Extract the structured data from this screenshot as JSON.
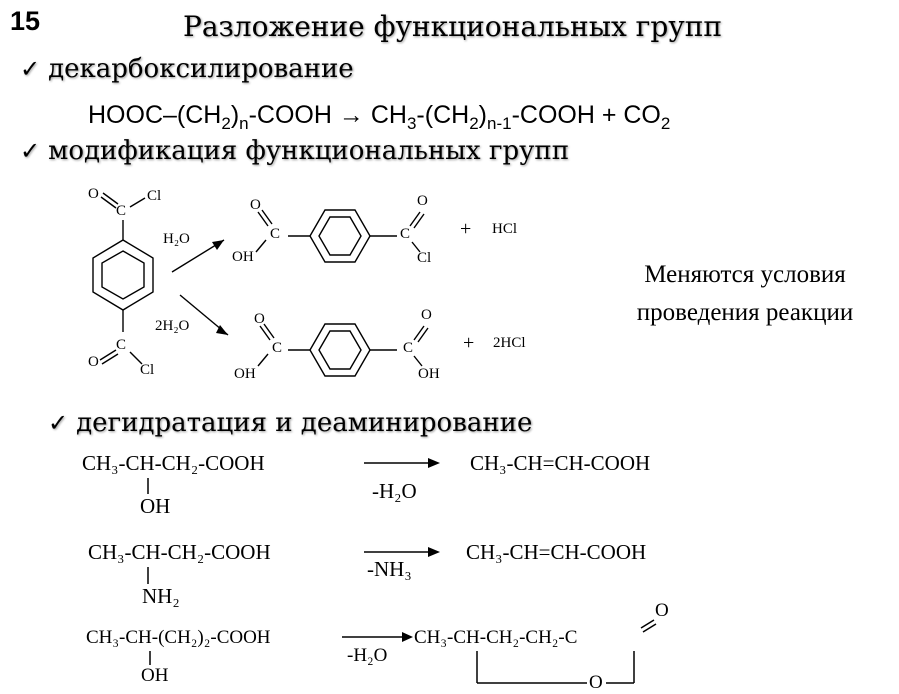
{
  "slide_number": "15",
  "title": "Разложение функциональных групп",
  "sections": {
    "decarboxylation": "декарбоксилирование",
    "modification": "модификация функциональных групп",
    "dehydration": "дегидратация и деаминирование"
  },
  "decarboxylation_equation": {
    "reactant": [
      "HOOC–(CH",
      "2",
      ")",
      "n",
      "-COOH"
    ],
    "arrow": "→",
    "product": [
      "CH",
      "3",
      "-(CH",
      "2",
      ")",
      "n-1",
      "-COOH + CO",
      "2"
    ]
  },
  "modification_scheme": {
    "O": "O",
    "C": "C",
    "Cl": "Cl",
    "OH": "OH",
    "reagent_1": "H₂O",
    "reagent_2": "2H₂O",
    "byproduct_1": "HCl",
    "byproduct_2": "2HCl",
    "plus": "+"
  },
  "note": [
    "Меняются условия",
    "проведения реакции"
  ],
  "dehydration_reactions": {
    "r1_reactant": "CH₃-CH-CH₂-COOH",
    "r1_substituent": "OH",
    "r1_reagent": "-H₂O",
    "r1_product": "CH₃-CH=CH-COOH",
    "r2_reactant": "CH₃-CH-CH₂-COOH",
    "r2_substituent": "NH₂",
    "r2_reagent": "-NH₃",
    "r2_product": "CH₃-CH=CH-COOH",
    "r3_reactant": "CH₃-CH-(CH₂)₂-COOH",
    "r3_substituent": "OH",
    "r3_reagent": "-H₂O",
    "r3_product": "CH₃-CH-CH₂-CH₂-C",
    "r3_ring_O": "O",
    "r3_carbonyl_O": "O"
  }
}
